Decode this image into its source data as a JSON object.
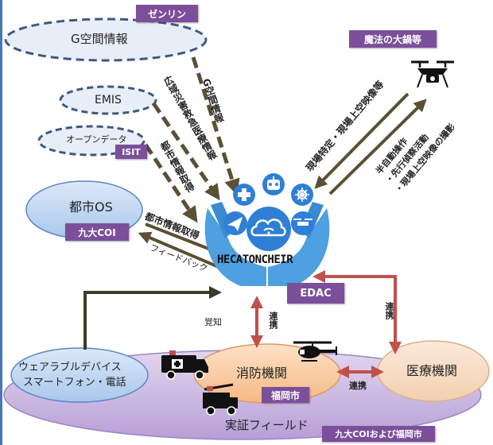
{
  "colors": {
    "dashed_border": "#3d5a80",
    "purple_tag": "#7b4f9a",
    "red_arrow": "#c0504d",
    "olive_arrow": "#5a5033",
    "dark_green_arrow": "#3b3b2a",
    "hands_blue": "#4ea0e0",
    "field_purple": "#c9b7e0",
    "fire_orange": "#f8c9a0",
    "medical_beige": "#f7dcc4",
    "city_os_blue": "#b9d3f0",
    "icon_circle_blue": "#2f7fd6"
  },
  "nodes": {
    "g_spatial": {
      "label": "G空間情報",
      "tag": "ゼンリン"
    },
    "emis": {
      "label": "EMIS"
    },
    "open_data": {
      "label": "オープンデータ",
      "tag": "ISIT"
    },
    "city_os": {
      "label": "都市OS",
      "tag": "九大COI"
    },
    "wearable": {
      "line1": "ウェアラブルデバイス",
      "line2": "スマートフォン・電話"
    },
    "fire": {
      "label": "消防機関",
      "tag": "福岡市"
    },
    "medical": {
      "label": "医療機関"
    },
    "field": {
      "label": "実証フィールド",
      "tag": "九大COIおよび福岡市"
    },
    "drone_vendor": {
      "tag": "魔法の大鍋等"
    },
    "hecatoncheir": {
      "label": "HECATONCHEIR",
      "tag": "EDAC"
    }
  },
  "arrows": {
    "g_spatial_info": "G空間情報",
    "disaster_medical": "広域災害救急医療情報",
    "city_info_vertical": "都市情報取得",
    "city_info": "都市情報取得",
    "feedback": "フィードバック",
    "site_identify": "現場特定・現場上空映像等",
    "semi_auto": "半自動操作",
    "semi_auto_2": "・先行偵察活動",
    "semi_auto_3": "・現場上空映像の撮影",
    "awareness": "覚知",
    "coop_center": "連携",
    "coop_right": "連携",
    "coop_bottom": "連携"
  },
  "icons": [
    "medical-cross-icon",
    "robot-icon",
    "virus-icon",
    "paper-plane-icon",
    "cloud-wifi-icon",
    "drone-icon",
    "ambulance-icon",
    "fire-truck-icon",
    "helicopter-icon",
    "drone-camera-icon"
  ]
}
